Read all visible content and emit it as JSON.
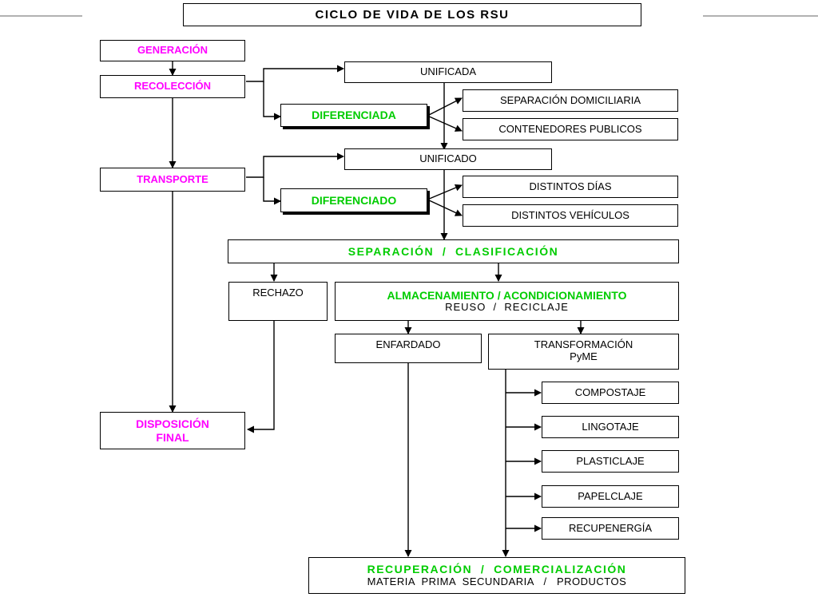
{
  "title": "CICLO DE VIDA DE LOS RSU",
  "nodes": {
    "generacion": "GENERACIÓN",
    "recoleccion": "RECOLECCIÓN",
    "unificada": "UNIFICADA",
    "diferenciada": "DIFERENCIADA",
    "separacion_domiciliaria": "SEPARACIÓN DOMICILIARIA",
    "contenedores_publicos": "CONTENEDORES PUBLICOS",
    "transporte": "TRANSPORTE",
    "unificado": "UNIFICADO",
    "diferenciado": "DIFERENCIADO",
    "distintos_dias": "DISTINTOS DÍAS",
    "distintos_vehiculos": "DISTINTOS VEHÍCULOS",
    "separacion_clasificacion": "SEPARACIÓN  /  CLASIFICACIÓN",
    "rechazo": "RECHAZO",
    "almacenamiento_title": "ALMACENAMIENTO / ACONDICIONAMIENTO",
    "almacenamiento_sub": "REUSO  /  RECICLAJE",
    "enfardado": "ENFARDADO",
    "transformacion_title": "TRANSFORMACIÓN",
    "transformacion_sub": "PyME",
    "compostaje": "COMPOSTAJE",
    "lingotaje": "LINGOTAJE",
    "plasticlaje": "PLASTICLAJE",
    "papelclaje": "PAPELCLAJE",
    "recupenergia": "RECUPENERGÍA",
    "disposicion_title": "DISPOSICIÓN",
    "disposicion_sub": "FINAL",
    "recuperacion_title": "RECUPERACIÓN  /  COMERCIALIZACIÓN",
    "recuperacion_sub": "MATERIA  PRIMA  SECUNDARIA   /   PRODUCTOS"
  },
  "colors": {
    "magenta": "#ff00ff",
    "green": "#00cc00",
    "line": "#000000"
  }
}
